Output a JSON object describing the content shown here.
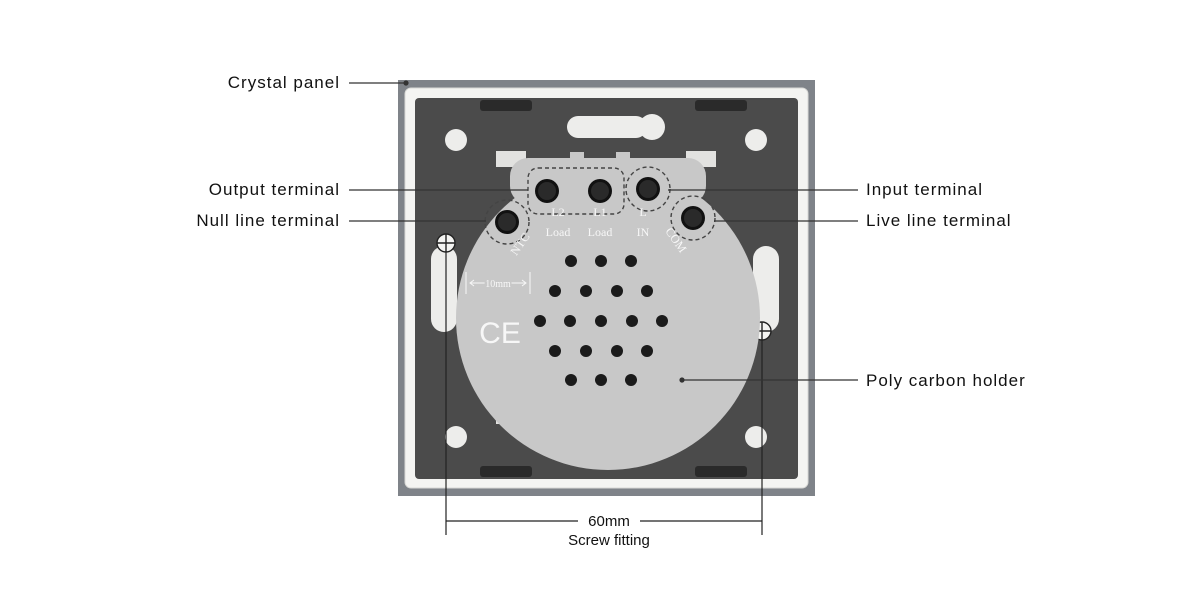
{
  "callouts": {
    "crystal_panel": "Crystal panel",
    "output_terminal": "Output terminal",
    "null_line_terminal": "Null line terminal",
    "input_terminal": "Input terminal",
    "live_line_terminal": "Live line terminal",
    "poly_carbon_holder": "Poly carbon holder"
  },
  "dimension": {
    "value": "60mm",
    "caption": "Screw fitting"
  },
  "terminal_marks": {
    "l2": "L2",
    "l2_sub": "Load",
    "l1": "L1",
    "l1_sub": "Load",
    "l": "L",
    "l_sub": "IN",
    "ntc": "NTC",
    "com": "COM"
  },
  "scale_mark": "10mm",
  "ce_mark": "CE",
  "colors": {
    "frame": "#7f8389",
    "panel_white": "#f4f4f2",
    "plate": "#4b4b4b",
    "holder": "#c8c8c8",
    "leader": "#333333"
  }
}
